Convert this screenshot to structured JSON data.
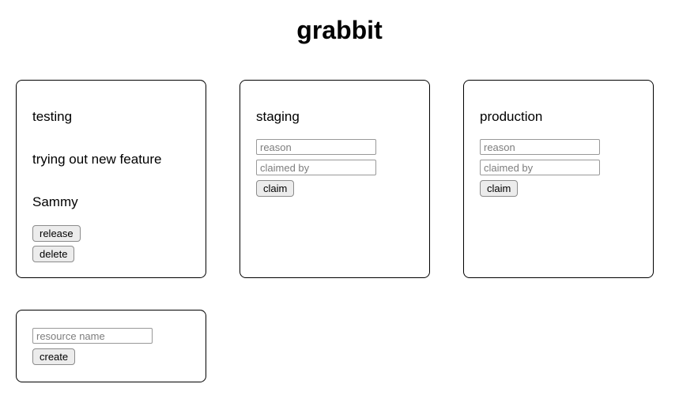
{
  "header": {
    "title": "grabbit"
  },
  "resources": [
    {
      "name": "testing",
      "status": "claimed",
      "reason": "trying out new feature",
      "claimed_by": "Sammy",
      "actions": {
        "release_label": "release",
        "delete_label": "delete"
      }
    },
    {
      "name": "staging",
      "status": "unclaimed",
      "form": {
        "reason_placeholder": "reason",
        "claimed_by_placeholder": "claimed by",
        "claim_label": "claim"
      }
    },
    {
      "name": "production",
      "status": "unclaimed",
      "form": {
        "reason_placeholder": "reason",
        "claimed_by_placeholder": "claimed by",
        "claim_label": "claim"
      }
    }
  ],
  "create_form": {
    "resource_name_placeholder": "resource name",
    "create_label": "create"
  }
}
